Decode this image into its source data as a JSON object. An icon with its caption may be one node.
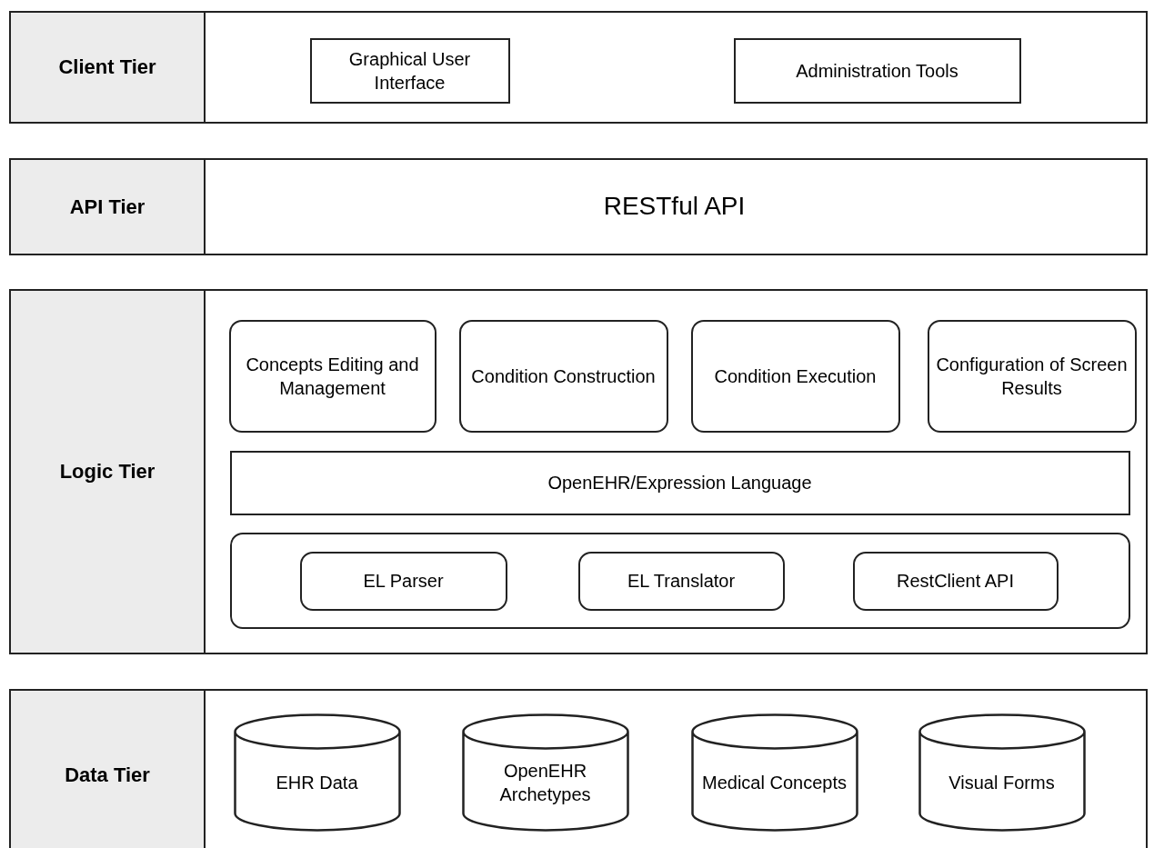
{
  "diagram": {
    "nodes": [
      {
        "text": [
          "Client Tier"
        ]
      },
      {
        "text": [
          "Graphical User Interface"
        ],
        "in": 0
      },
      {
        "text": [
          "Administration Tools"
        ],
        "in": 0
      },
      {
        "text": [
          "API Tier"
        ]
      },
      {
        "text": [
          "RESTful API"
        ],
        "in": 3
      },
      {
        "text": [
          "Logic Tier"
        ]
      },
      {
        "text": [
          "Concepts Editing and Management"
        ],
        "in": 5
      },
      {
        "text": [
          "Condition Construction"
        ],
        "in": 5
      },
      {
        "text": [
          "Condition Execution"
        ],
        "in": 5
      },
      {
        "text": [
          "Configuration of Screen Results"
        ],
        "in": 5
      },
      {
        "text": [
          "OpenEHR/Expression Language"
        ],
        "in": 5
      },
      {
        "text": [],
        "shape": "box",
        "in": 5
      },
      {
        "text": [
          "EL Parser"
        ],
        "in": 11
      },
      {
        "text": [
          "EL Translator"
        ],
        "in": 11
      },
      {
        "text": [
          "RestClient API"
        ],
        "in": 11
      },
      {
        "text": [
          "Data Tier"
        ]
      },
      {
        "text": [
          "EHR Data"
        ],
        "in": 15
      },
      {
        "text": [
          "OpenEHR Archetypes"
        ],
        "in": 15
      },
      {
        "text": [
          "Medical Concepts"
        ],
        "in": 15
      },
      {
        "text": [
          "Visual Forms"
        ],
        "in": 15
      }
    ]
  }
}
